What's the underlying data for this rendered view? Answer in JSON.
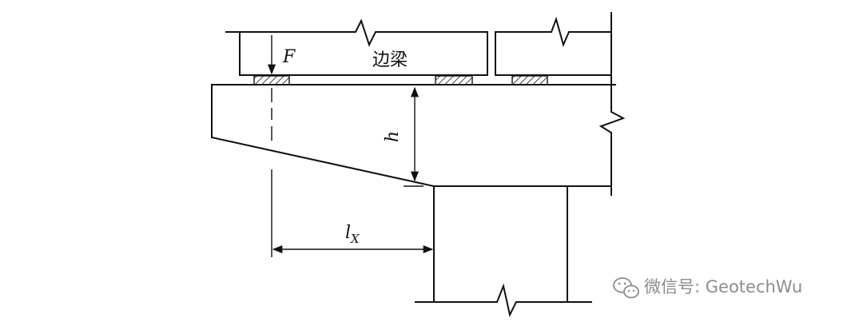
{
  "labels": {
    "force": "F",
    "beam": "边梁",
    "height": "h",
    "lever_main": "l",
    "lever_sub": "X"
  },
  "watermark": {
    "icon": "wechat-icon",
    "text": "微信号: GeotechWu"
  },
  "colors": {
    "line": "#111111",
    "watermark": "#8c8c8c"
  }
}
